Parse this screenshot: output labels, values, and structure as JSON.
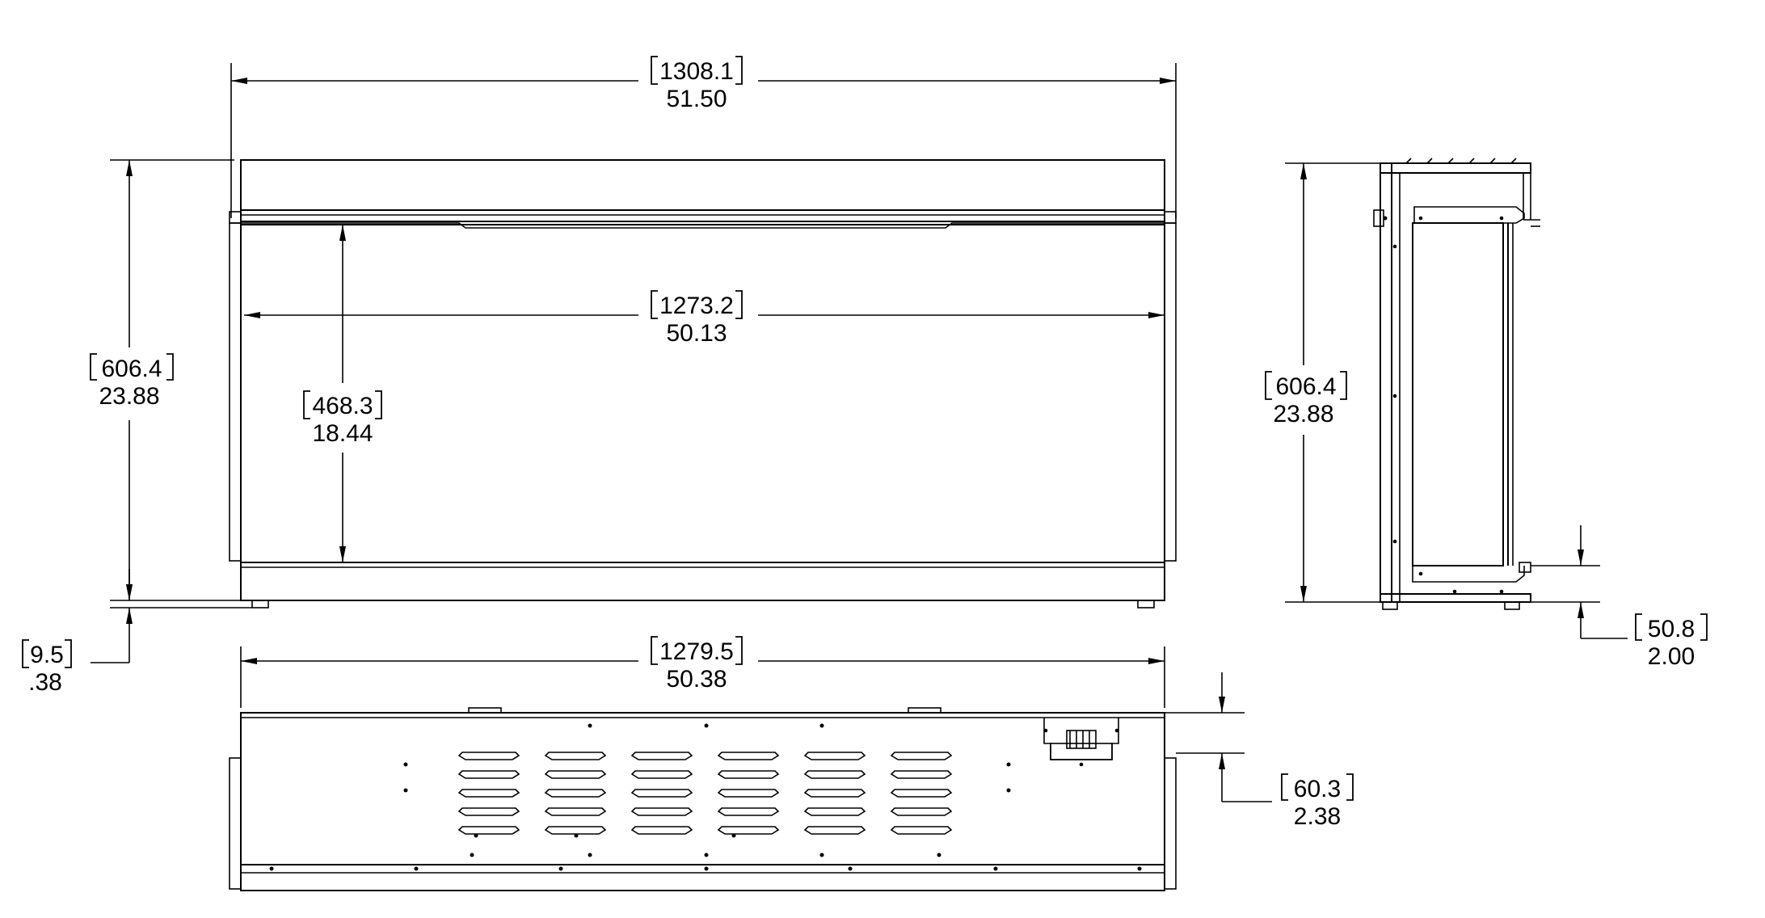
{
  "drawing_title": "",
  "colors": {
    "line": "#000000",
    "background": "#ffffff"
  },
  "dimensions": {
    "overall_width": {
      "mm": "1308.1",
      "in": "51.50"
    },
    "viewing_width": {
      "mm": "1273.2",
      "in": "50.13"
    },
    "overall_height": {
      "mm": "606.4",
      "in": "23.88"
    },
    "viewing_height": {
      "mm": "468.3",
      "in": "18.44"
    },
    "foot_height": {
      "mm": "9.5",
      "in": ".38"
    },
    "side_height": {
      "mm": "606.4",
      "in": "23.88"
    },
    "side_bottom_offset": {
      "mm": "50.8",
      "in": "2.00"
    },
    "base_width": {
      "mm": "1279.5",
      "in": "50.38"
    },
    "top_offset": {
      "mm": "60.3",
      "in": "2.38"
    }
  }
}
